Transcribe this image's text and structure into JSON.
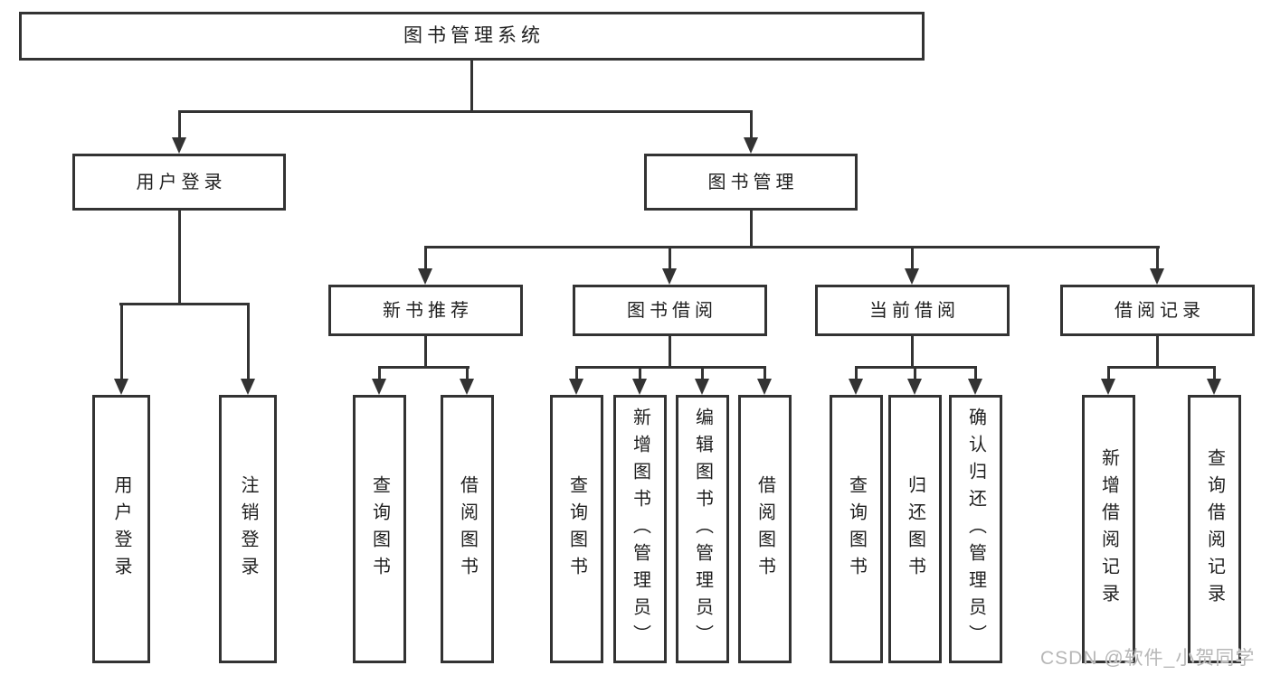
{
  "nodes": {
    "root": "图书管理系统",
    "level2": [
      "用户登录",
      "图书管理"
    ],
    "level3": [
      "新书推荐",
      "图书借阅",
      "当前借阅",
      "借阅记录"
    ],
    "leaves": {
      "user_login": [
        "用户登录",
        "注销登录"
      ],
      "new_books": [
        "查询图书",
        "借阅图书"
      ],
      "book_borrow": [
        "查询图书",
        "新增图书（管理员）",
        "编辑图书（管理员）",
        "借阅图书"
      ],
      "current_borrow": [
        "查询图书",
        "归还图书",
        "确认归还（管理员）"
      ],
      "borrow_records": [
        "新增借阅记录",
        "查询借阅记录"
      ]
    }
  },
  "watermark": "CSDN @软件_小贺同学",
  "colors": {
    "line": "#333333",
    "text": "#1f1f1f",
    "watermark": "#b7b7b7",
    "background": "#ffffff"
  }
}
